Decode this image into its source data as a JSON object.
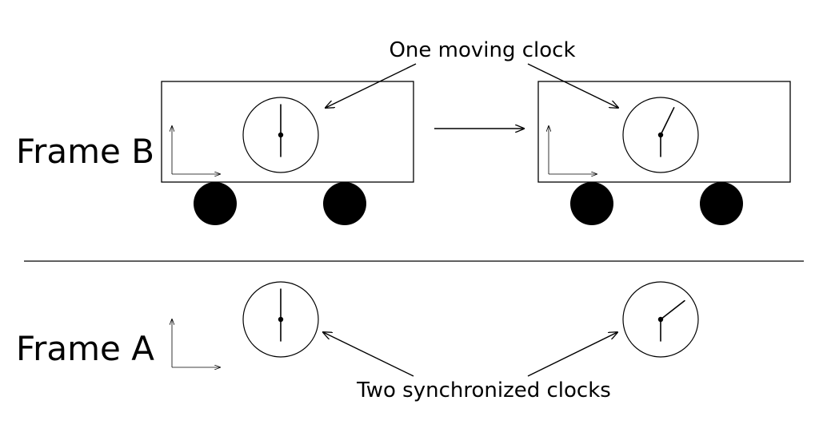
{
  "labels": {
    "frame_b": "Frame B",
    "frame_a": "Frame A",
    "moving_clock_note": "One moving clock",
    "sync_clocks_note": "Two synchronized clocks"
  },
  "clocks": {
    "frame_b_start": {
      "hand_angle_deg": 0
    },
    "frame_b_end": {
      "hand_angle_deg": 26
    },
    "frame_a_left": {
      "hand_angle_deg": 0
    },
    "frame_a_right": {
      "hand_angle_deg": 52
    }
  },
  "colors": {
    "ink": "#000000",
    "background": "#ffffff"
  }
}
